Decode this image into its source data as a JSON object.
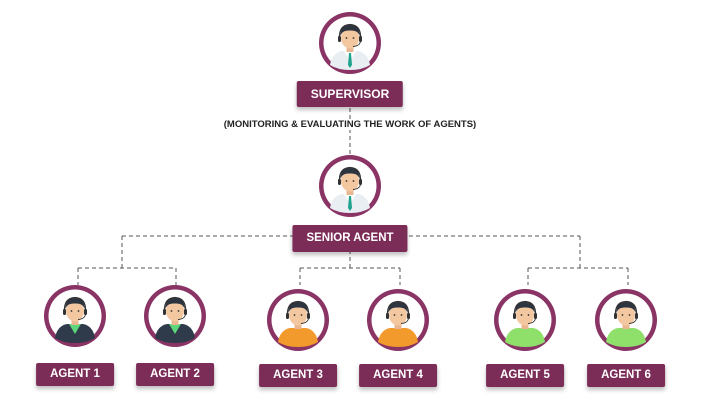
{
  "supervisor": {
    "label": "SUPERVISOR"
  },
  "annotation": "(MONITORING & EVALUATING THE WORK OF AGENTS)",
  "senior_agent": {
    "label": "SENIOR AGENT"
  },
  "agents": [
    {
      "label": "AGENT 1",
      "shirt": "#5bd67a",
      "jacket": "#2f3a4a"
    },
    {
      "label": "AGENT 2",
      "shirt": "#5bd67a",
      "jacket": "#2f3a4a"
    },
    {
      "label": "AGENT 3",
      "shirt": "#f39a2c",
      "jacket": "#f39a2c"
    },
    {
      "label": "AGENT 4",
      "shirt": "#f39a2c",
      "jacket": "#f39a2c"
    },
    {
      "label": "AGENT 5",
      "shirt": "#8ee06b",
      "jacket": "#8ee06b"
    },
    {
      "label": "AGENT 6",
      "shirt": "#8ee06b",
      "jacket": "#8ee06b"
    }
  ],
  "colors": {
    "label_bg": "#7b2d58",
    "ring": "#8a3365",
    "line": "#555555",
    "supervisor_shirt": "#ffffff",
    "tie": "#1fa38f"
  }
}
